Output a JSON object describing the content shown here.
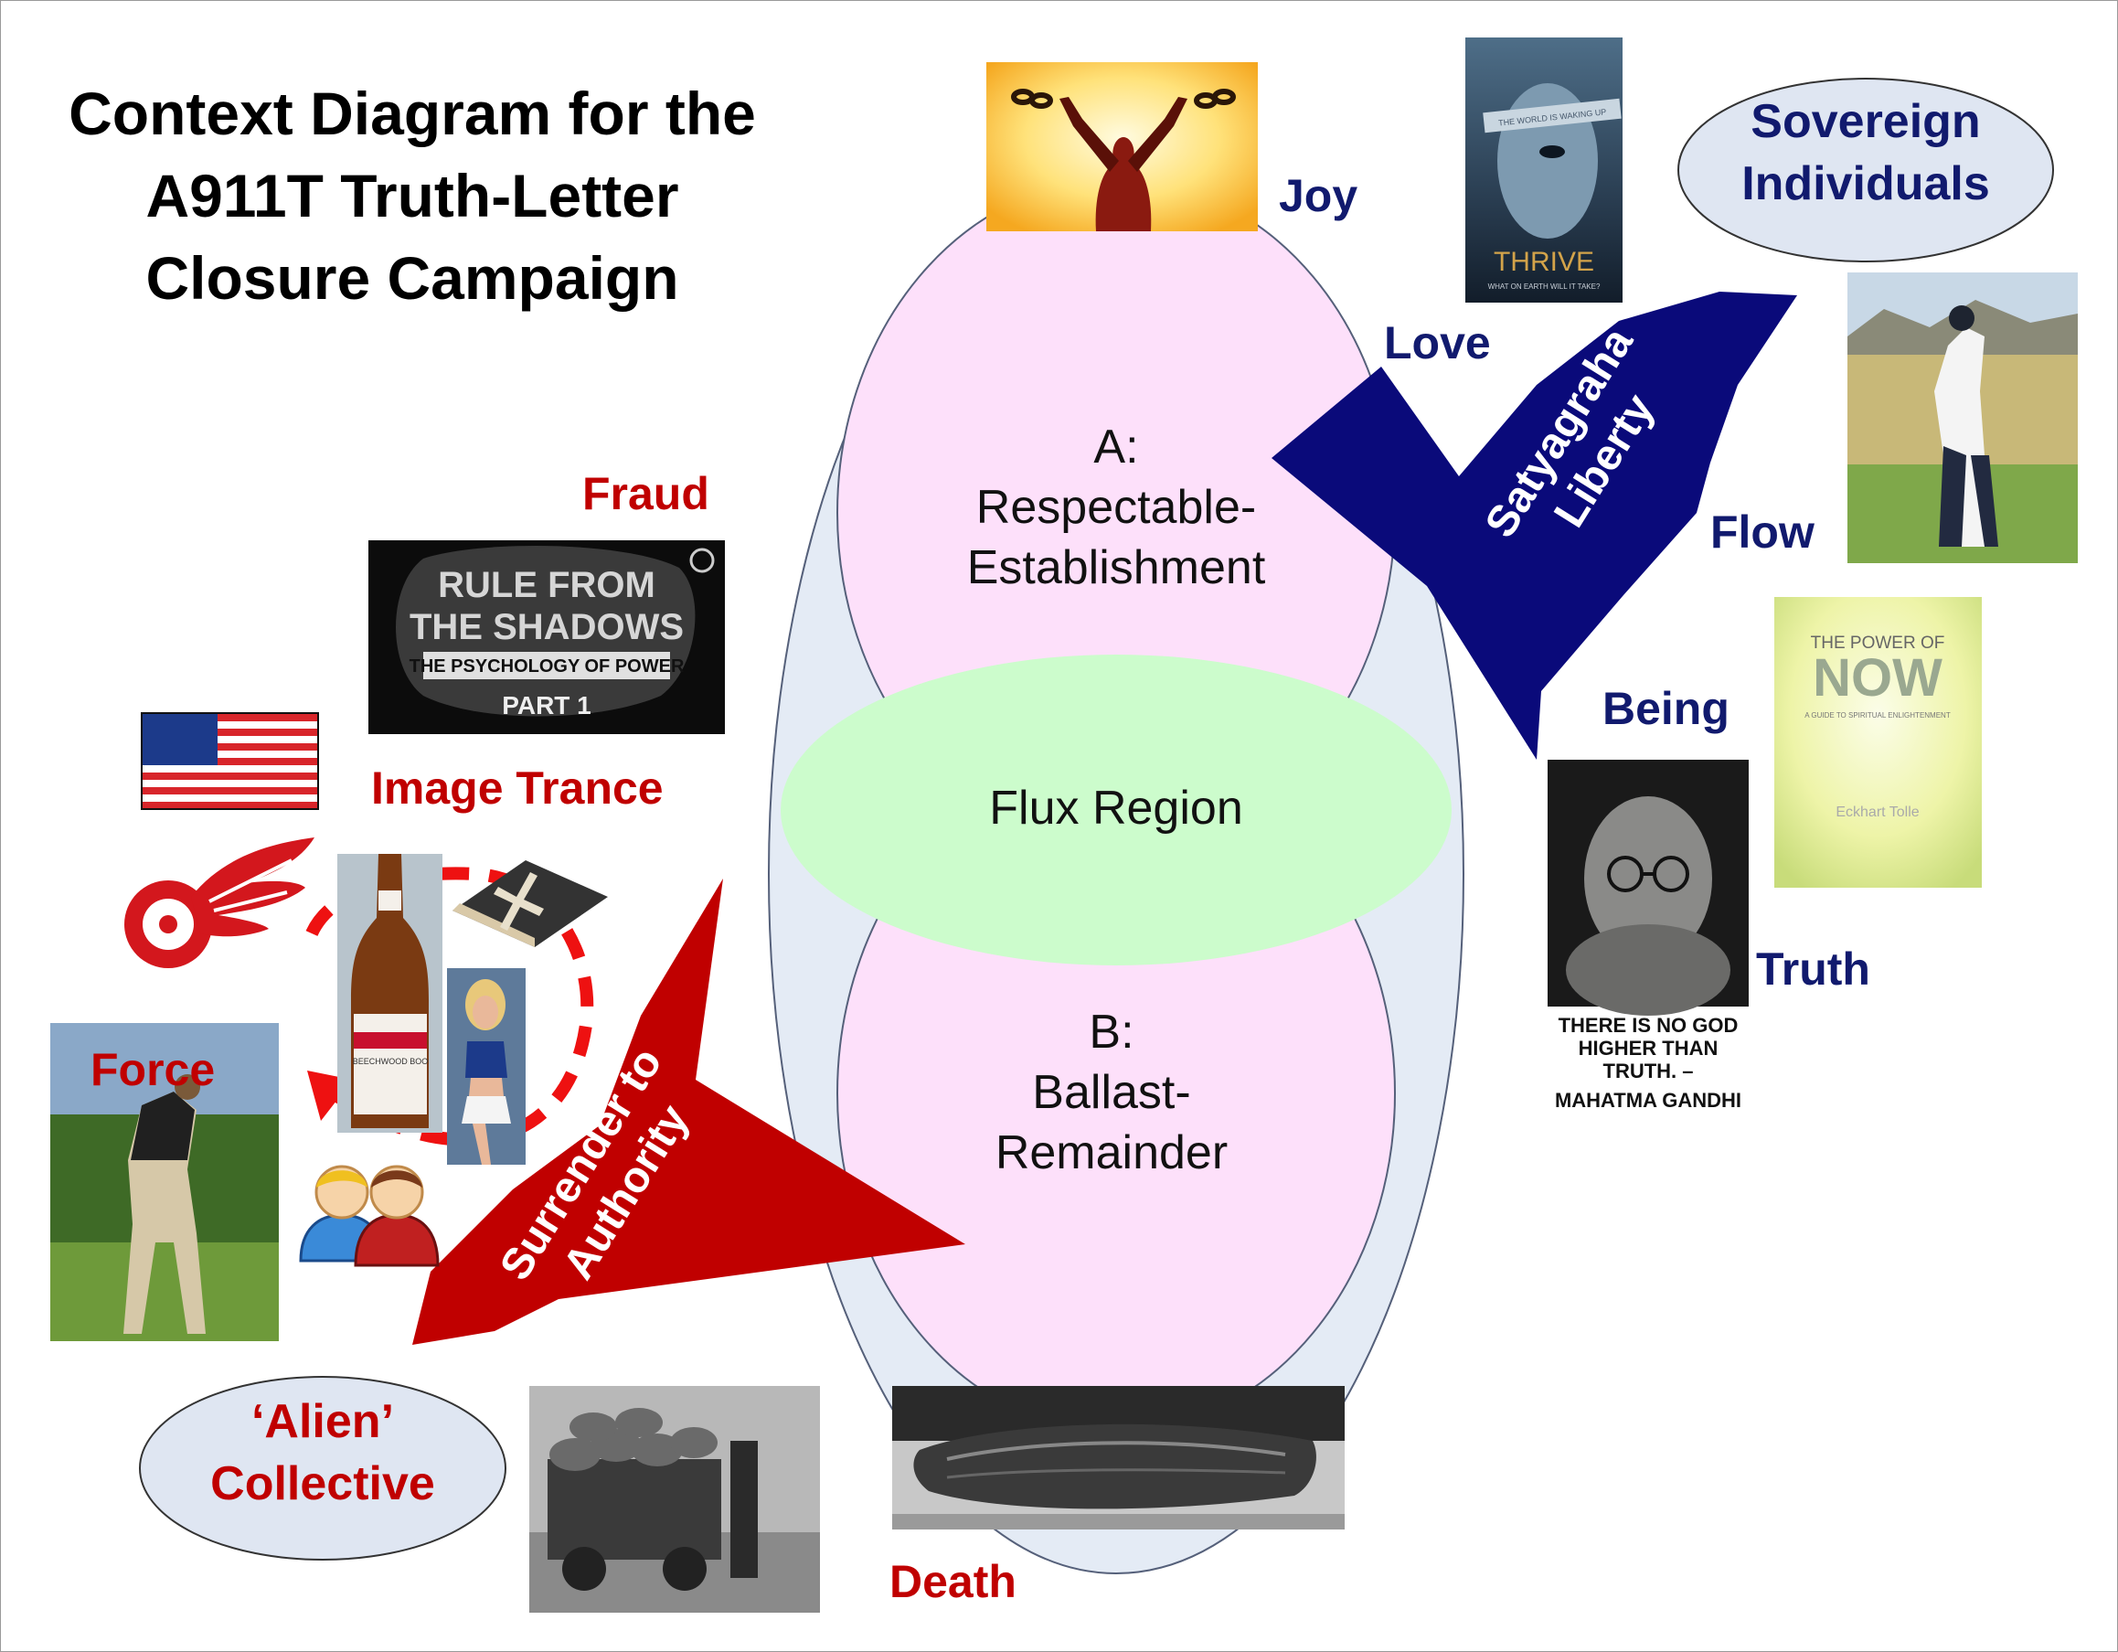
{
  "title": "Context Diagram for the A911T Truth-Letter Closure Campaign",
  "regions": {
    "a_label": "A:",
    "a_name_line1": "Respectable-",
    "a_name_line2": "Establishment",
    "flux": "Flux Region",
    "b_label": "B:",
    "b_name_line1": "Ballast-",
    "b_name_line2": "Remainder"
  },
  "positive_labels": {
    "joy": "Joy",
    "love": "Love",
    "flow": "Flow",
    "being": "Being",
    "truth": "Truth"
  },
  "negative_labels": {
    "fraud": "Fraud",
    "image_trance": "Image Trance",
    "force": "Force",
    "death": "Death"
  },
  "ovals": {
    "sovereign_line1": "Sovereign",
    "sovereign_line2": "Individuals",
    "alien_line1": "‘Alien’",
    "alien_line2": "Collective"
  },
  "arrows": {
    "up_line1": "Satyagraha",
    "up_line2": "Liberty",
    "down_line1": "Surrender to",
    "down_line2": "Authority"
  },
  "images": {
    "rule_line1": "RULE FROM",
    "rule_line2": "THE SHADOWS",
    "rule_line3": "THE PSYCHOLOGY OF POWER",
    "rule_line4": "PART 1",
    "thrive": "THRIVE",
    "thrive_tagline": "WHAT ON EARTH WILL IT TAKE?",
    "thrive_band": "THE WORLD IS WAKING UP",
    "power_line1": "THE POWER OF",
    "power_line2": "NOW",
    "power_subtitle": "A GUIDE TO SPIRITUAL ENLIGHTENMENT",
    "power_author": "Eckhart Tolle",
    "gandhi_line1": "THERE IS NO GOD",
    "gandhi_line2": "HIGHER THAN",
    "gandhi_line3": "TRUTH. –",
    "gandhi_line4": "MAHATMA GANDHI",
    "beer_label": "BEECHWOOD BOO"
  },
  "colors": {
    "navy": "#111a6e",
    "red": "#c00000",
    "pink": "#fde0fa",
    "green": "#ccfccc",
    "outer": "#e4ebf5",
    "oval": "#dfe6f2"
  }
}
